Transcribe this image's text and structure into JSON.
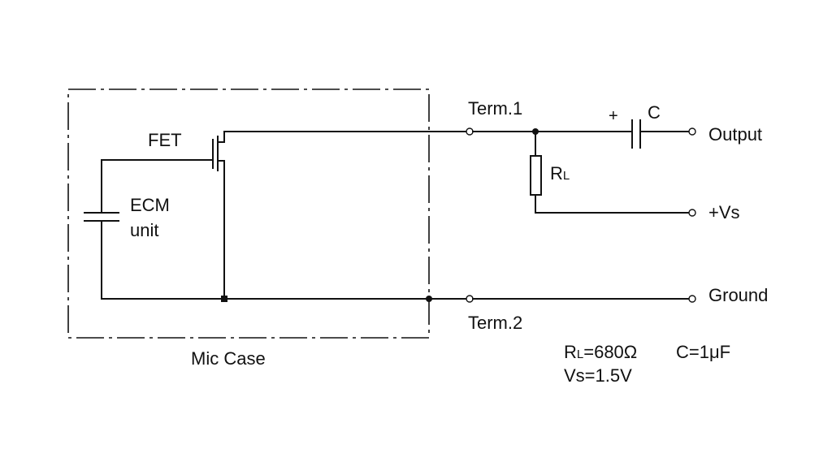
{
  "labels": {
    "fet": "FET",
    "ecm_line1": "ECM",
    "ecm_line2": "unit",
    "mic_case": "Mic Case",
    "term1": "Term.1",
    "term2": "Term.2",
    "cap_plus": "+",
    "cap_name": "C",
    "res_prefix": "R",
    "res_sub": "L",
    "output": "Output",
    "vs": "+Vs",
    "ground": "Ground"
  },
  "specs": {
    "rl_prefix": "R",
    "rl_sub": "L",
    "rl_value": "=680Ω",
    "c_value": "C=1μF",
    "vs_value": "Vs=1.5V"
  }
}
